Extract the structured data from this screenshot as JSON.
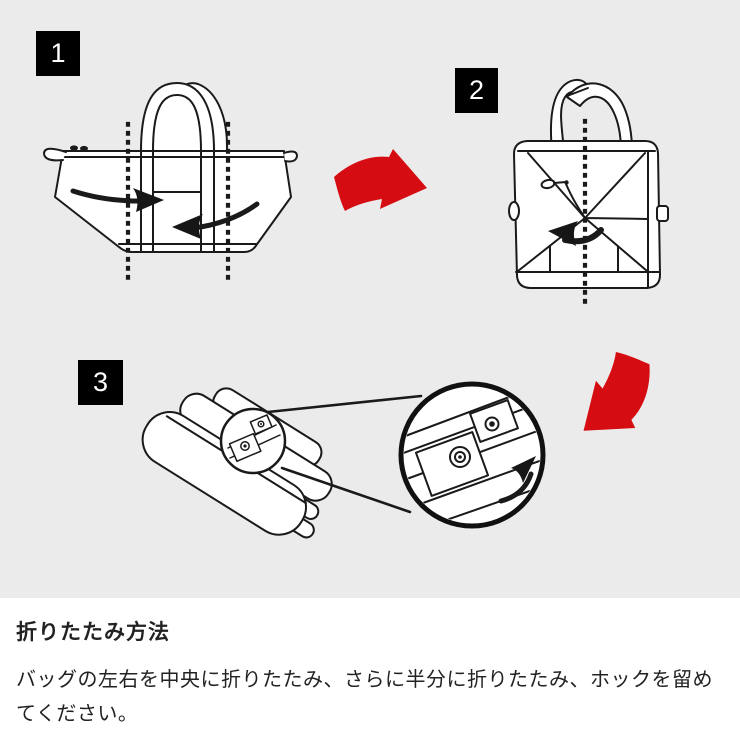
{
  "colors": {
    "canvas_background": "#ebebeb",
    "panel_background": "#ffffff",
    "line_art": "#1a1a1a",
    "accent_red": "#d50c12",
    "badge_background": "#000000",
    "badge_text": "#ffffff",
    "body_text": "#222222"
  },
  "steps": [
    {
      "label": "1"
    },
    {
      "label": "2"
    },
    {
      "label": "3"
    }
  ],
  "icons": {
    "flow_arrow_1": "red-curved-arrow-right",
    "flow_arrow_2": "red-curved-arrow-down-left",
    "detail_view": "magnifier-circle-snap-button"
  },
  "caption": {
    "title": "折りたたみ方法",
    "body_lines": [
      "バッグの左右を中央に折りたたみ、さらに半分に折りたたみ、ホックを留め",
      "てください。"
    ]
  }
}
